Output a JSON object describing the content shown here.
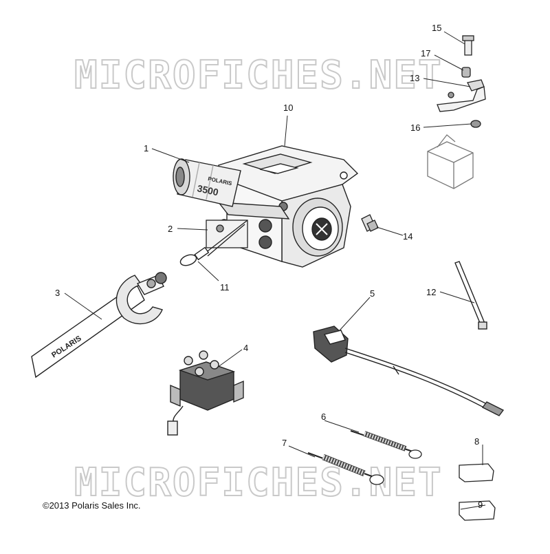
{
  "watermark": {
    "text": "MICROFICHES.NET"
  },
  "callouts": [
    "1",
    "2",
    "3",
    "4",
    "5",
    "6",
    "7",
    "8",
    "9",
    "10",
    "11",
    "12",
    "13",
    "14",
    "15",
    "16",
    "17"
  ],
  "copyright": "©2013 Polaris Sales Inc.",
  "parts": {
    "motor_label": "POLARIS",
    "motor_number": "3500",
    "rope_label": "POLARIS"
  }
}
